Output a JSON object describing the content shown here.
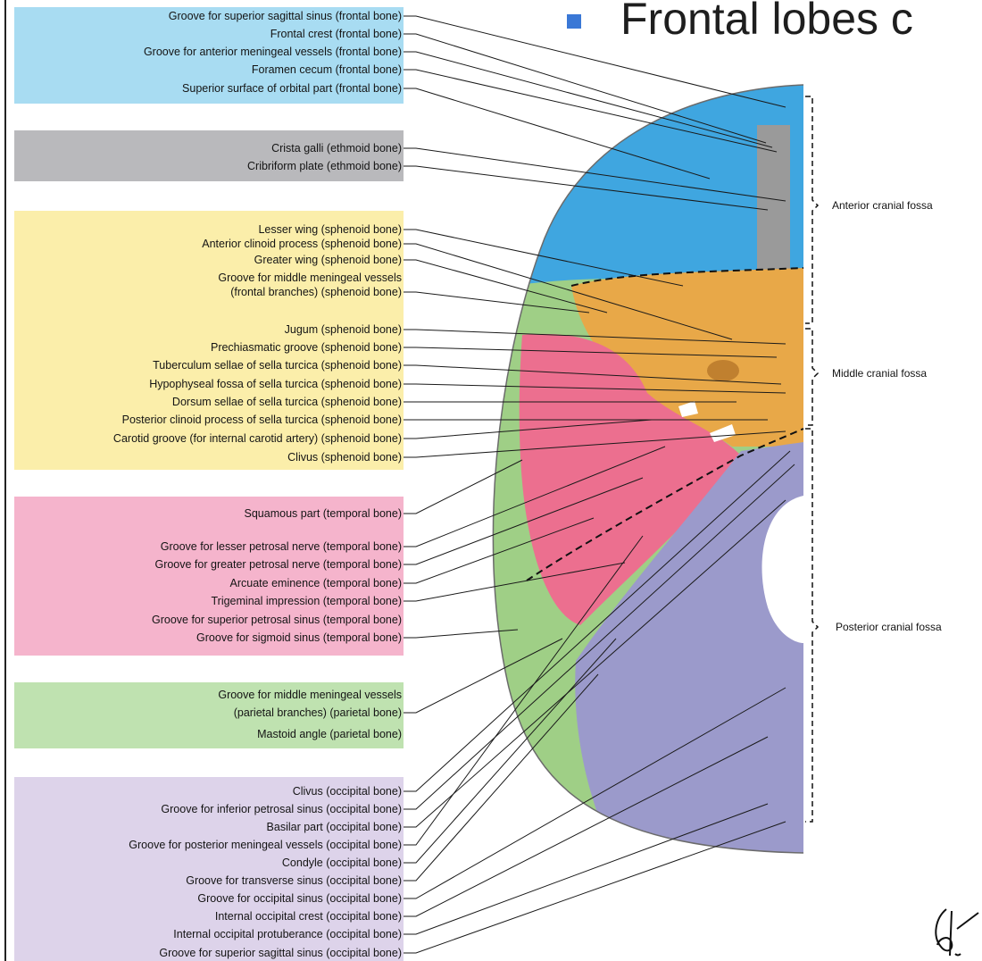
{
  "title": "Frontal lobes c",
  "groups": [
    {
      "bone": "frontal",
      "color": "#a8dcf2",
      "labels": [
        "Groove for superior sagittal sinus (frontal bone)",
        "Frontal crest (frontal bone)",
        "Groove for anterior meningeal vessels (frontal bone)",
        "Foramen cecum (frontal bone)",
        "Superior surface of orbital part (frontal bone)"
      ]
    },
    {
      "bone": "ethmoid",
      "color": "#b9b9bc",
      "labels": [
        "Crista galli (ethmoid bone)",
        "Cribriform plate (ethmoid bone)"
      ]
    },
    {
      "bone": "sphenoid",
      "color": "#fbeeaa",
      "labels": [
        "Lesser wing (sphenoid bone)",
        "Anterior clinoid process (sphenoid bone)",
        "Greater wing (sphenoid bone)",
        "Groove for middle meningeal vessels",
        "(frontal branches) (sphenoid bone)",
        "Jugum (sphenoid bone)",
        "Prechiasmatic groove (sphenoid bone)",
        "Tuberculum sellae of sella turcica (sphenoid bone)",
        "Hypophyseal fossa of sella turcica (sphenoid bone)",
        "Dorsum sellae of sella turcica (sphenoid bone)",
        "Posterior clinoid process of sella turcica (sphenoid bone)",
        "Carotid groove (for internal carotid artery) (sphenoid bone)",
        "Clivus (sphenoid bone)"
      ]
    },
    {
      "bone": "temporal",
      "color": "#f5b4cc",
      "labels": [
        "Squamous part (temporal bone)",
        "Groove for lesser petrosal nerve (temporal bone)",
        "Groove for greater petrosal nerve (temporal bone)",
        "Arcuate eminence (temporal bone)",
        "Trigeminal impression (temporal bone)",
        "Groove for superior petrosal sinus (temporal bone)",
        "Groove for sigmoid sinus (temporal bone)"
      ]
    },
    {
      "bone": "parietal",
      "color": "#bfe2b0",
      "labels": [
        "Groove for middle meningeal vessels",
        "(parietal branches) (parietal bone)",
        "Mastoid angle (parietal bone)"
      ]
    },
    {
      "bone": "occipital",
      "color": "#ddd3ea",
      "labels": [
        "Clivus (occipital bone)",
        "Groove for inferior petrosal sinus (occipital bone)",
        "Basilar part (occipital bone)",
        "Groove for posterior meningeal vessels (occipital bone)",
        "Condyle (occipital bone)",
        "Groove for transverse sinus (occipital bone)",
        "Groove for occipital sinus (occipital bone)",
        "Internal occipital crest (occipital bone)",
        "Internal occipital protuberance (occipital bone)",
        "Groove for superior sagittal sinus (occipital bone)"
      ]
    }
  ],
  "fossae": [
    "Anterior cranial fossa",
    "Middle cranial fossa",
    "Posterior cranial fossa"
  ],
  "colors": {
    "frontal_bone": "#3fa6e0",
    "ethmoid_bone": "#9a9a9a",
    "sphenoid_bone": "#e8a848",
    "temporal_bone": "#ec6f8f",
    "parietal_bone": "#9fcf86",
    "occipital_bone": "#9b9acb"
  }
}
